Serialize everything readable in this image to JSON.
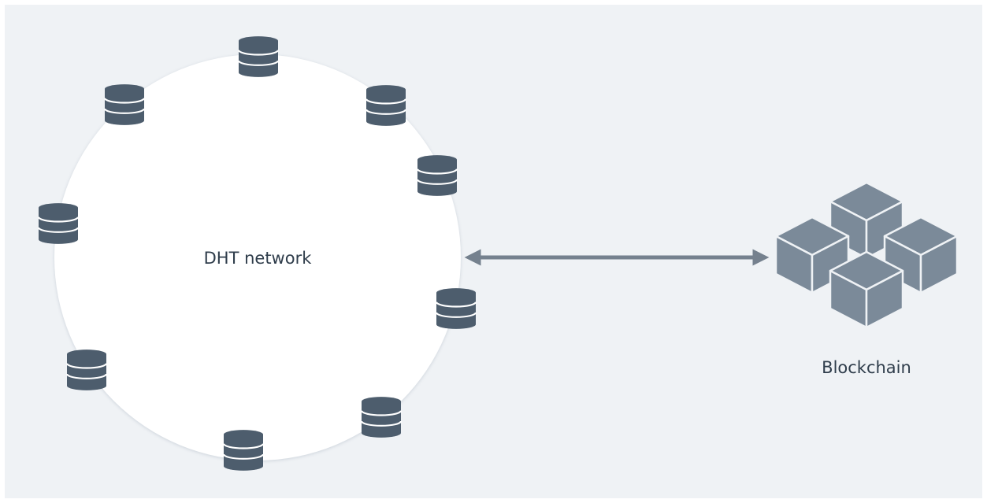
{
  "dht": {
    "label": "DHT network",
    "node_count": 9,
    "node_icon": "database-icon"
  },
  "blockchain": {
    "label": "Blockchain",
    "icon": "blocks-cluster-icon"
  },
  "connector": {
    "type": "bidirectional-arrow"
  },
  "colors": {
    "background": "#eff2f5",
    "ring_fill": "#ffffff",
    "ring_shadow": "#d7dce2",
    "database_fill": "#4d5d6d",
    "block_fill": "#7b8a99",
    "arrow": "#75818e",
    "label_text": "#2f3d4b"
  }
}
